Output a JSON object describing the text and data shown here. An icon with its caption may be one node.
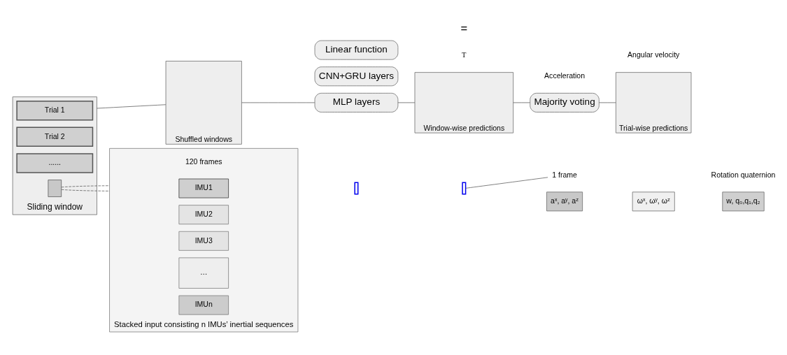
{
  "diagram": {
    "nodes": [
      {
        "text": [
          "Sliding window"
        ]
      },
      {
        "text": [
          "Trial 1"
        ],
        "in": 0
      },
      {
        "text": [
          "Trial 2"
        ],
        "in": 0
      },
      {
        "text": [
          "......"
        ],
        "in": 0
      },
      {
        "text": [],
        "shape": "box",
        "in": 0
      },
      {
        "text": [
          "Stacked input consisting n IMUs’ inertial sequences"
        ],
        "beside": [
          "120 frames"
        ]
      },
      {
        "text": [
          "IMU1"
        ],
        "in": 5
      },
      {
        "text": [],
        "shape": "box"
      },
      {
        "text": [
          "IMU2"
        ],
        "in": 5
      },
      {
        "text": [
          "IMU3"
        ],
        "in": 5
      },
      {
        "text": [
          "…"
        ],
        "in": 5
      },
      {
        "text": [
          "IMUn"
        ],
        "in": 5
      },
      {
        "text": [],
        "shape": "box"
      },
      {
        "text": [
          "1 frame"
        ]
      },
      {
        "text": [
          "aˣ, aʸ, aᶻ"
        ]
      },
      {
        "text": [
          "ωˣ, ωʸ, ωᶻ"
        ]
      },
      {
        "text": [
          "w, q₀,q₁,q₂"
        ]
      },
      {
        "text": [
          "Shuffled windows"
        ]
      },
      {
        "text": [
          "CNN+GRU layers"
        ]
      },
      {
        "text": [
          "MLP layers"
        ]
      },
      {
        "text": [
          "Linear function"
        ]
      },
      {
        "text": [
          "Window-wise predictions"
        ]
      },
      {
        "text": [
          "Majority voting"
        ]
      },
      {
        "text": [
          "Trial-wise predictions"
        ]
      }
    ],
    "edges": [
      {
        "from": 0,
        "to": 17,
        "arrow": "none"
      },
      {
        "from": 4,
        "to": 5,
        "arrow": "none",
        "style": "dashed"
      },
      {
        "from": 4,
        "to": 5,
        "arrow": "none",
        "style": "dashed"
      },
      {
        "from": 12,
        "to": 13,
        "arrow": "none"
      },
      {
        "from": 17,
        "to": 19,
        "arrow": "none"
      },
      {
        "from": 19,
        "to": 21,
        "arrow": "none"
      },
      {
        "from": 21,
        "to": 22,
        "arrow": "none"
      },
      {
        "from": 22,
        "to": 23,
        "arrow": "none"
      }
    ],
    "labels": [
      "Acceleration",
      "Angular velocity",
      "T",
      "=",
      "Rotation quaternion"
    ]
  }
}
